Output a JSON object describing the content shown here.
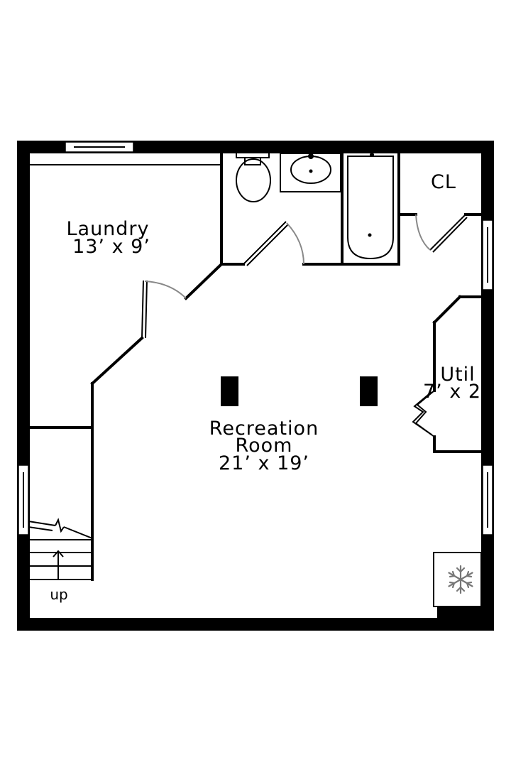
{
  "rooms": {
    "laundry": {
      "name": "Laundry",
      "size": "13’ x 9’"
    },
    "recreation": {
      "name_line1": "Recreation",
      "name_line2": "Room",
      "size": "21’ x 19’"
    },
    "closet": {
      "name": "CL"
    },
    "utility": {
      "name": "Util",
      "size": "7’ x 2"
    }
  },
  "stairs": {
    "label": "up"
  },
  "icons": [
    "snowflake-icon",
    "up-arrow-icon"
  ]
}
